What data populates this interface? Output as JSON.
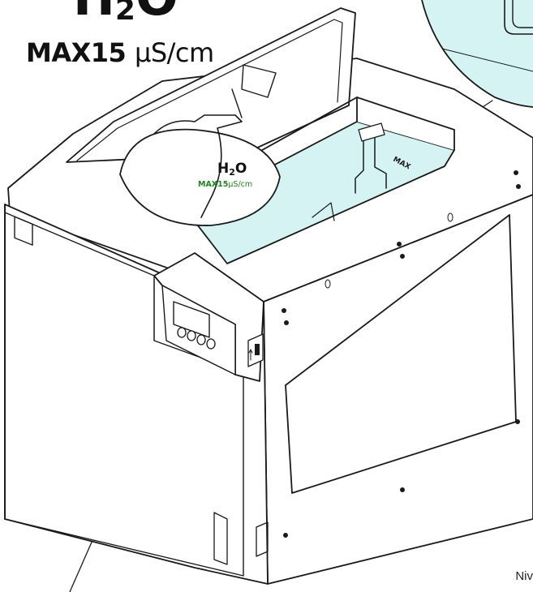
{
  "labels": {
    "big": {
      "formula": "H",
      "formula_sub": "2",
      "formula_end": "O",
      "limit_prefix": "MAX",
      "limit_value": "15",
      "limit_unit": "µS/cm"
    },
    "callout": {
      "formula": "H",
      "formula_sub": "2",
      "formula_end": "O",
      "limit_prefix": "MAX",
      "limit_value": "15",
      "limit_unit": "µS/cm"
    },
    "tank_level_mark": "MAX",
    "corner_text": "Niv"
  },
  "colors": {
    "water": "#d6f3f3",
    "outline": "#1a1a1a",
    "limit_green": "#1a8a1a"
  }
}
